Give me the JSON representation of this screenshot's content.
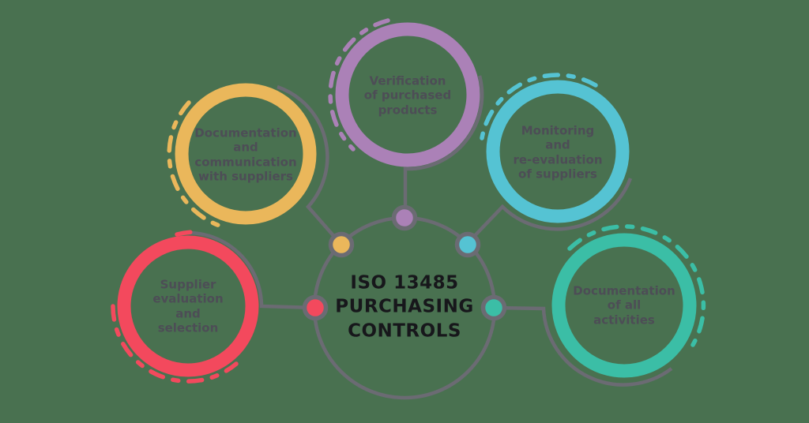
{
  "background": "#497150",
  "colors": {
    "connector": "#6b6b73",
    "label_text": "#4d4d56",
    "title_text": "#17171b"
  },
  "hub": {
    "title_lines": [
      "ISO 13485",
      "PURCHASING",
      "CONTROLS"
    ]
  },
  "satellites": [
    {
      "name": "supplier-evaluation-and-selection",
      "color": "#f3495d",
      "label_lines": [
        "Supplier",
        "evaluation",
        "and",
        "selection"
      ]
    },
    {
      "name": "documentation-and-communication-with-suppliers",
      "color": "#eab75b",
      "label_lines": [
        "Documentation",
        "and",
        "communication",
        "with suppliers"
      ]
    },
    {
      "name": "verification-of-purchased-products",
      "color": "#ab81b7",
      "label_lines": [
        "Verification",
        "of purchased",
        "products"
      ]
    },
    {
      "name": "monitoring-and-re-evaluation-of-suppliers",
      "color": "#55c3d3",
      "label_lines": [
        "Monitoring",
        "and",
        "re-evaluation",
        "of suppliers"
      ]
    },
    {
      "name": "documentation-of-all-activities",
      "color": "#3bbea6",
      "label_lines": [
        "Documentation",
        "of all",
        "activities"
      ]
    }
  ]
}
